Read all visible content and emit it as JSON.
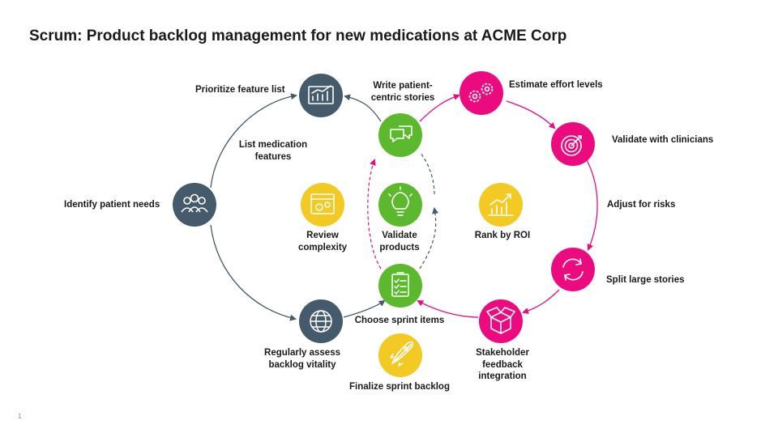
{
  "title": "Scrum: Product backlog management for new medications at ACME Corp",
  "page_number": "1",
  "colors": {
    "slate": "#455a6a",
    "green": "#5cb82d",
    "magenta": "#ec0b7e",
    "yellow": "#f2ca23",
    "arrow_slate": "#455a6a",
    "arrow_magenta": "#ec0b7e"
  },
  "steps": {
    "prioritize": {
      "label": "Prioritize feature list",
      "icon": "chart-board-icon"
    },
    "list_features": {
      "label": "List medication\nfeatures"
    },
    "identify_needs": {
      "label": "Identify patient needs",
      "icon": "people-icon"
    },
    "assess_vitality": {
      "label": "Regularly assess\nbacklog vitality",
      "icon": "globe-icon"
    },
    "write_stories": {
      "label": "Write patient-\ncentric stories",
      "icon": "chat-bubbles-icon"
    },
    "choose_items": {
      "label": "Choose sprint items",
      "icon": "checklist-icon"
    },
    "validate_products": {
      "label": "Validate\nproducts",
      "icon": "lightbulb-icon"
    },
    "review_complexity": {
      "label": "Review\ncomplexity",
      "icon": "gear-window-icon"
    },
    "rank_roi": {
      "label": "Rank by ROI",
      "icon": "rising-chart-icon"
    },
    "finalize_backlog": {
      "label": "Finalize sprint backlog",
      "icon": "rocket-icon"
    },
    "estimate_effort": {
      "label": "Estimate effort levels",
      "icon": "gears-icon"
    },
    "validate_clinicians": {
      "label": "Validate with clinicians",
      "icon": "target-icon"
    },
    "adjust_risks": {
      "label": "Adjust for risks"
    },
    "split_stories": {
      "label": "Split large stories",
      "icon": "refresh-icon"
    },
    "stakeholder_feedback": {
      "label": "Stakeholder\nfeedback\nintegration",
      "icon": "box-icon"
    }
  }
}
